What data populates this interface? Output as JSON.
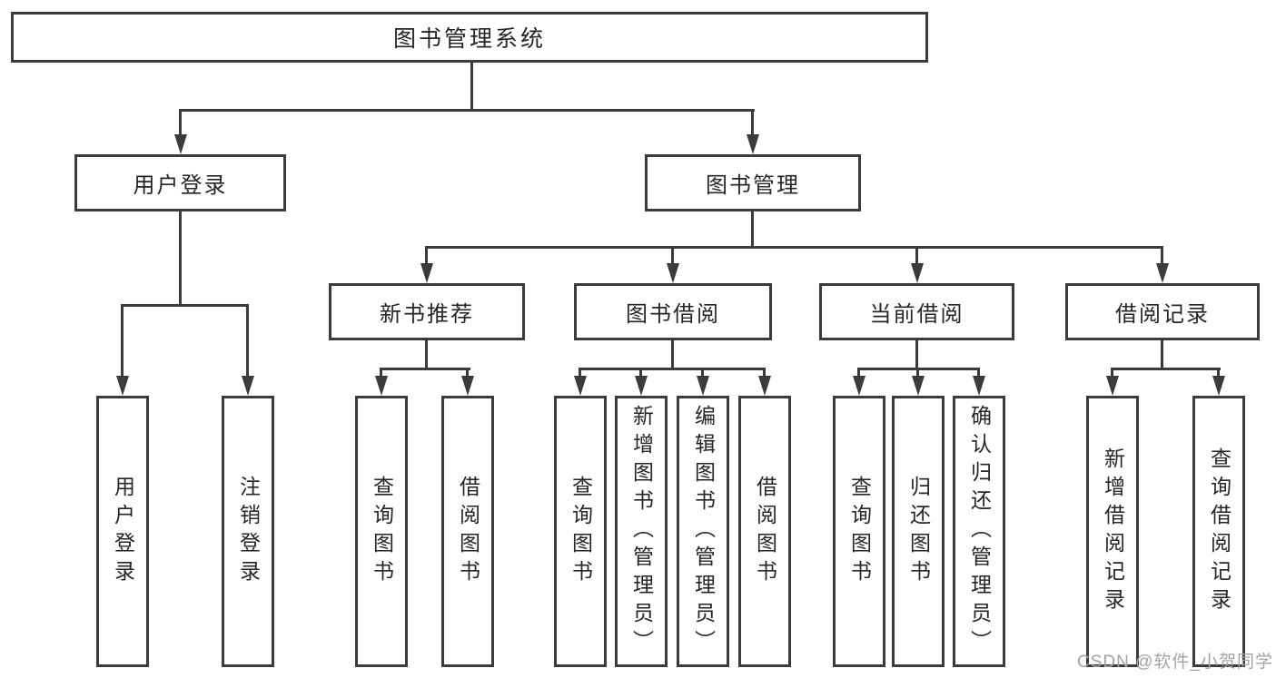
{
  "diagram_type": "hierarchy-tree",
  "colors": {
    "line": "#3b3b3b",
    "box_border": "#3b3b3b",
    "box_fill": "#ffffff",
    "text": "#262626",
    "watermark": "#a3a3a3",
    "background": "#ffffff"
  },
  "icons": {
    "arrowhead-down": "css-triangle-down"
  },
  "tree": {
    "label": "图书管理系统",
    "children": [
      {
        "label": "用户登录",
        "children": [
          {
            "label": "用户登录"
          },
          {
            "label": "注销登录"
          }
        ]
      },
      {
        "label": "图书管理",
        "children": [
          {
            "label": "新书推荐",
            "children": [
              {
                "label": "查询图书"
              },
              {
                "label": "借阅图书"
              }
            ]
          },
          {
            "label": "图书借阅",
            "children": [
              {
                "label": "查询图书"
              },
              {
                "label": "新增图书（管理员）"
              },
              {
                "label": "编辑图书（管理员）"
              },
              {
                "label": "借阅图书"
              }
            ]
          },
          {
            "label": "当前借阅",
            "children": [
              {
                "label": "查询图书"
              },
              {
                "label": "归还图书"
              },
              {
                "label": "确认归还（管理员）"
              }
            ]
          },
          {
            "label": "借阅记录",
            "children": [
              {
                "label": "新增借阅记录"
              },
              {
                "label": "查询借阅记录"
              }
            ]
          }
        ]
      }
    ]
  },
  "watermark": {
    "text": "CSDN @软件_小贺同学"
  }
}
